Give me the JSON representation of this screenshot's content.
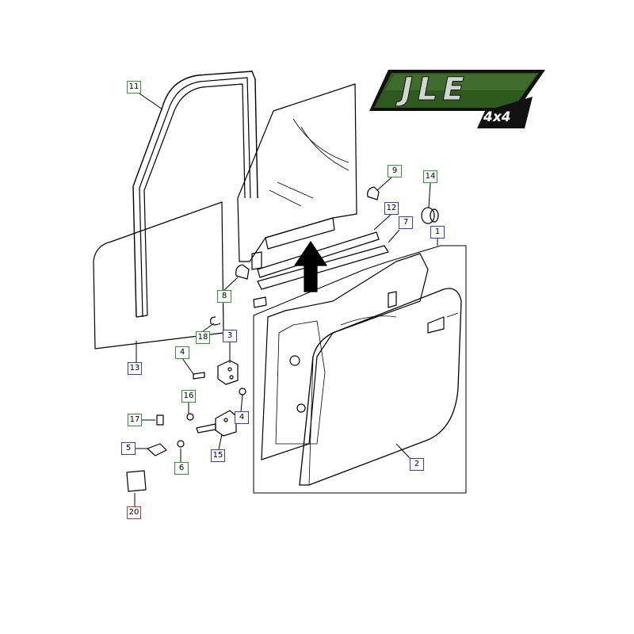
{
  "logo": {
    "brand": "JLE",
    "sub": "4x4",
    "colors": {
      "green": "#2f5a1e",
      "dark": "#111111",
      "silver": "#cfd6cf"
    }
  },
  "callouts": [
    {
      "id": "1",
      "style": "blue"
    },
    {
      "id": "2",
      "style": "blue"
    },
    {
      "id": "3",
      "style": "blue"
    },
    {
      "id": "4",
      "style": "green"
    },
    {
      "id": "4",
      "style": "blue"
    },
    {
      "id": "5",
      "style": "blue"
    },
    {
      "id": "6",
      "style": "green"
    },
    {
      "id": "7",
      "style": "blue"
    },
    {
      "id": "8",
      "style": "green"
    },
    {
      "id": "9",
      "style": "green"
    },
    {
      "id": "11",
      "style": "green"
    },
    {
      "id": "12",
      "style": "blue"
    },
    {
      "id": "13",
      "style": "blue"
    },
    {
      "id": "14",
      "style": "green"
    },
    {
      "id": "15",
      "style": "blue"
    },
    {
      "id": "16",
      "style": "green"
    },
    {
      "id": "17",
      "style": "green"
    },
    {
      "id": "18",
      "style": "green"
    },
    {
      "id": "20",
      "style": "red"
    }
  ],
  "colors": {
    "blue": "#2f3fd6",
    "green": "#2f9a2f",
    "red": "#d62f2f",
    "line": "#000000"
  }
}
